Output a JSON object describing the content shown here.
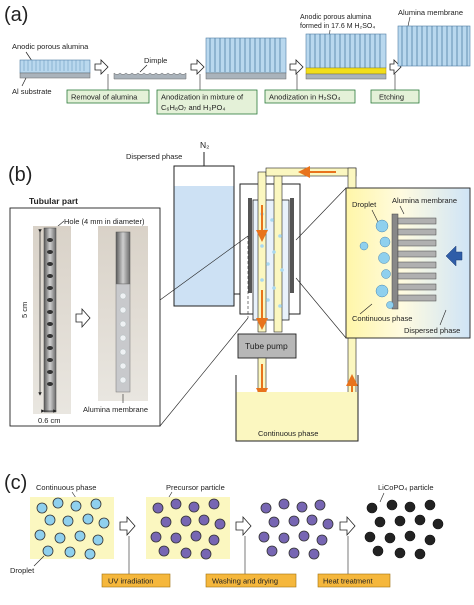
{
  "panel_a": {
    "label": "(a)",
    "anodic_porous_alumina": "Anodic porous alumina",
    "al_substrate": "Al substrate",
    "dimple": "Dimple",
    "anodic_alumina_formed": "Anodic porous alumina",
    "formed_in": "formed in 17.6 M H₂SO₄",
    "alumina_membrane": "Alumina membrane",
    "step1": "Removal of alumina",
    "step2_line1": "Anodization in mixture of",
    "step2_line2": "C₆H₈O₇ and H₃PO₄",
    "step3": "Anodization in H₂SO₄",
    "step4": "Etching"
  },
  "panel_b": {
    "label": "(b)",
    "tubular_part": "Tubular part",
    "hole": "Hole (4 mm in diameter)",
    "length": "5 cm",
    "diameter": "0.6 cm",
    "alumina_membrane": "Alumina membrane",
    "n2": "N₂",
    "dispersed_phase": "Dispersed phase",
    "tube_pump": "Tube pump",
    "continuous_phase": "Continuous phase",
    "inset_droplet": "Droplet",
    "inset_membrane": "Alumina membrane",
    "inset_continuous": "Continuous phase",
    "inset_dispersed": "Dispersed phase"
  },
  "panel_c": {
    "label": "(c)",
    "continuous_phase": "Continuous phase",
    "droplet": "Droplet",
    "precursor_particle": "Precursor  particle",
    "licopo4_particle": "LiCoPO₄  particle",
    "uv": "UV irradiation",
    "washing": "Washing and drying",
    "heat": "Heat treatment"
  },
  "colors": {
    "yellow_fill": "#fbf7c0",
    "step_box_fill": "#e4f1d8",
    "step_box_border": "#2b7a3b",
    "orange": "#e8731c",
    "membrane_blue": "#b8d4ea",
    "droplet_blue": "#8fd0ee",
    "precursor": "#7766b3",
    "product": "#222222",
    "label_bar": "#f5b73c"
  }
}
